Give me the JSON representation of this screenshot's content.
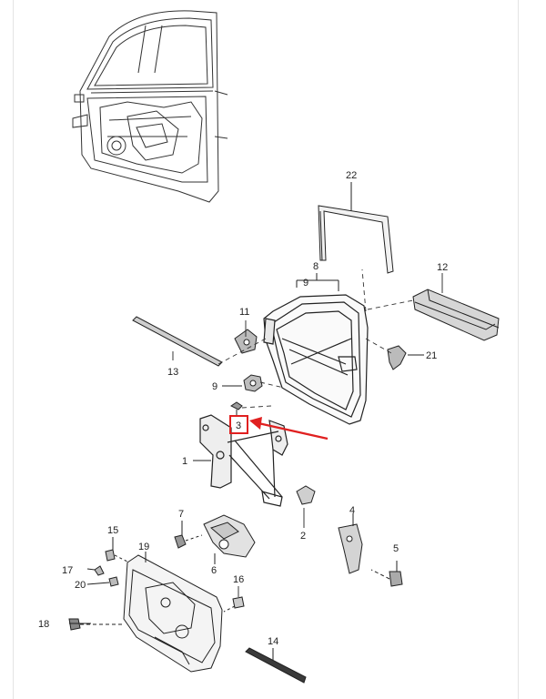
{
  "diagram": {
    "title": "",
    "highlight_color": "#e02020",
    "highlighted_part": "3",
    "callouts": [
      {
        "id": "1",
        "label": "1"
      },
      {
        "id": "2",
        "label": "2"
      },
      {
        "id": "3",
        "label": "3"
      },
      {
        "id": "4",
        "label": "4"
      },
      {
        "id": "5",
        "label": "5"
      },
      {
        "id": "6",
        "label": "6"
      },
      {
        "id": "7",
        "label": "7"
      },
      {
        "id": "8",
        "label": "8"
      },
      {
        "id": "9a",
        "label": "9"
      },
      {
        "id": "9b",
        "label": "9"
      },
      {
        "id": "11",
        "label": "11"
      },
      {
        "id": "12",
        "label": "12"
      },
      {
        "id": "13",
        "label": "13"
      },
      {
        "id": "14",
        "label": "14"
      },
      {
        "id": "15",
        "label": "15"
      },
      {
        "id": "16",
        "label": "16"
      },
      {
        "id": "17",
        "label": "17"
      },
      {
        "id": "18",
        "label": "18"
      },
      {
        "id": "19",
        "label": "19"
      },
      {
        "id": "20",
        "label": "20"
      },
      {
        "id": "21",
        "label": "21"
      },
      {
        "id": "22",
        "label": "22"
      }
    ]
  }
}
